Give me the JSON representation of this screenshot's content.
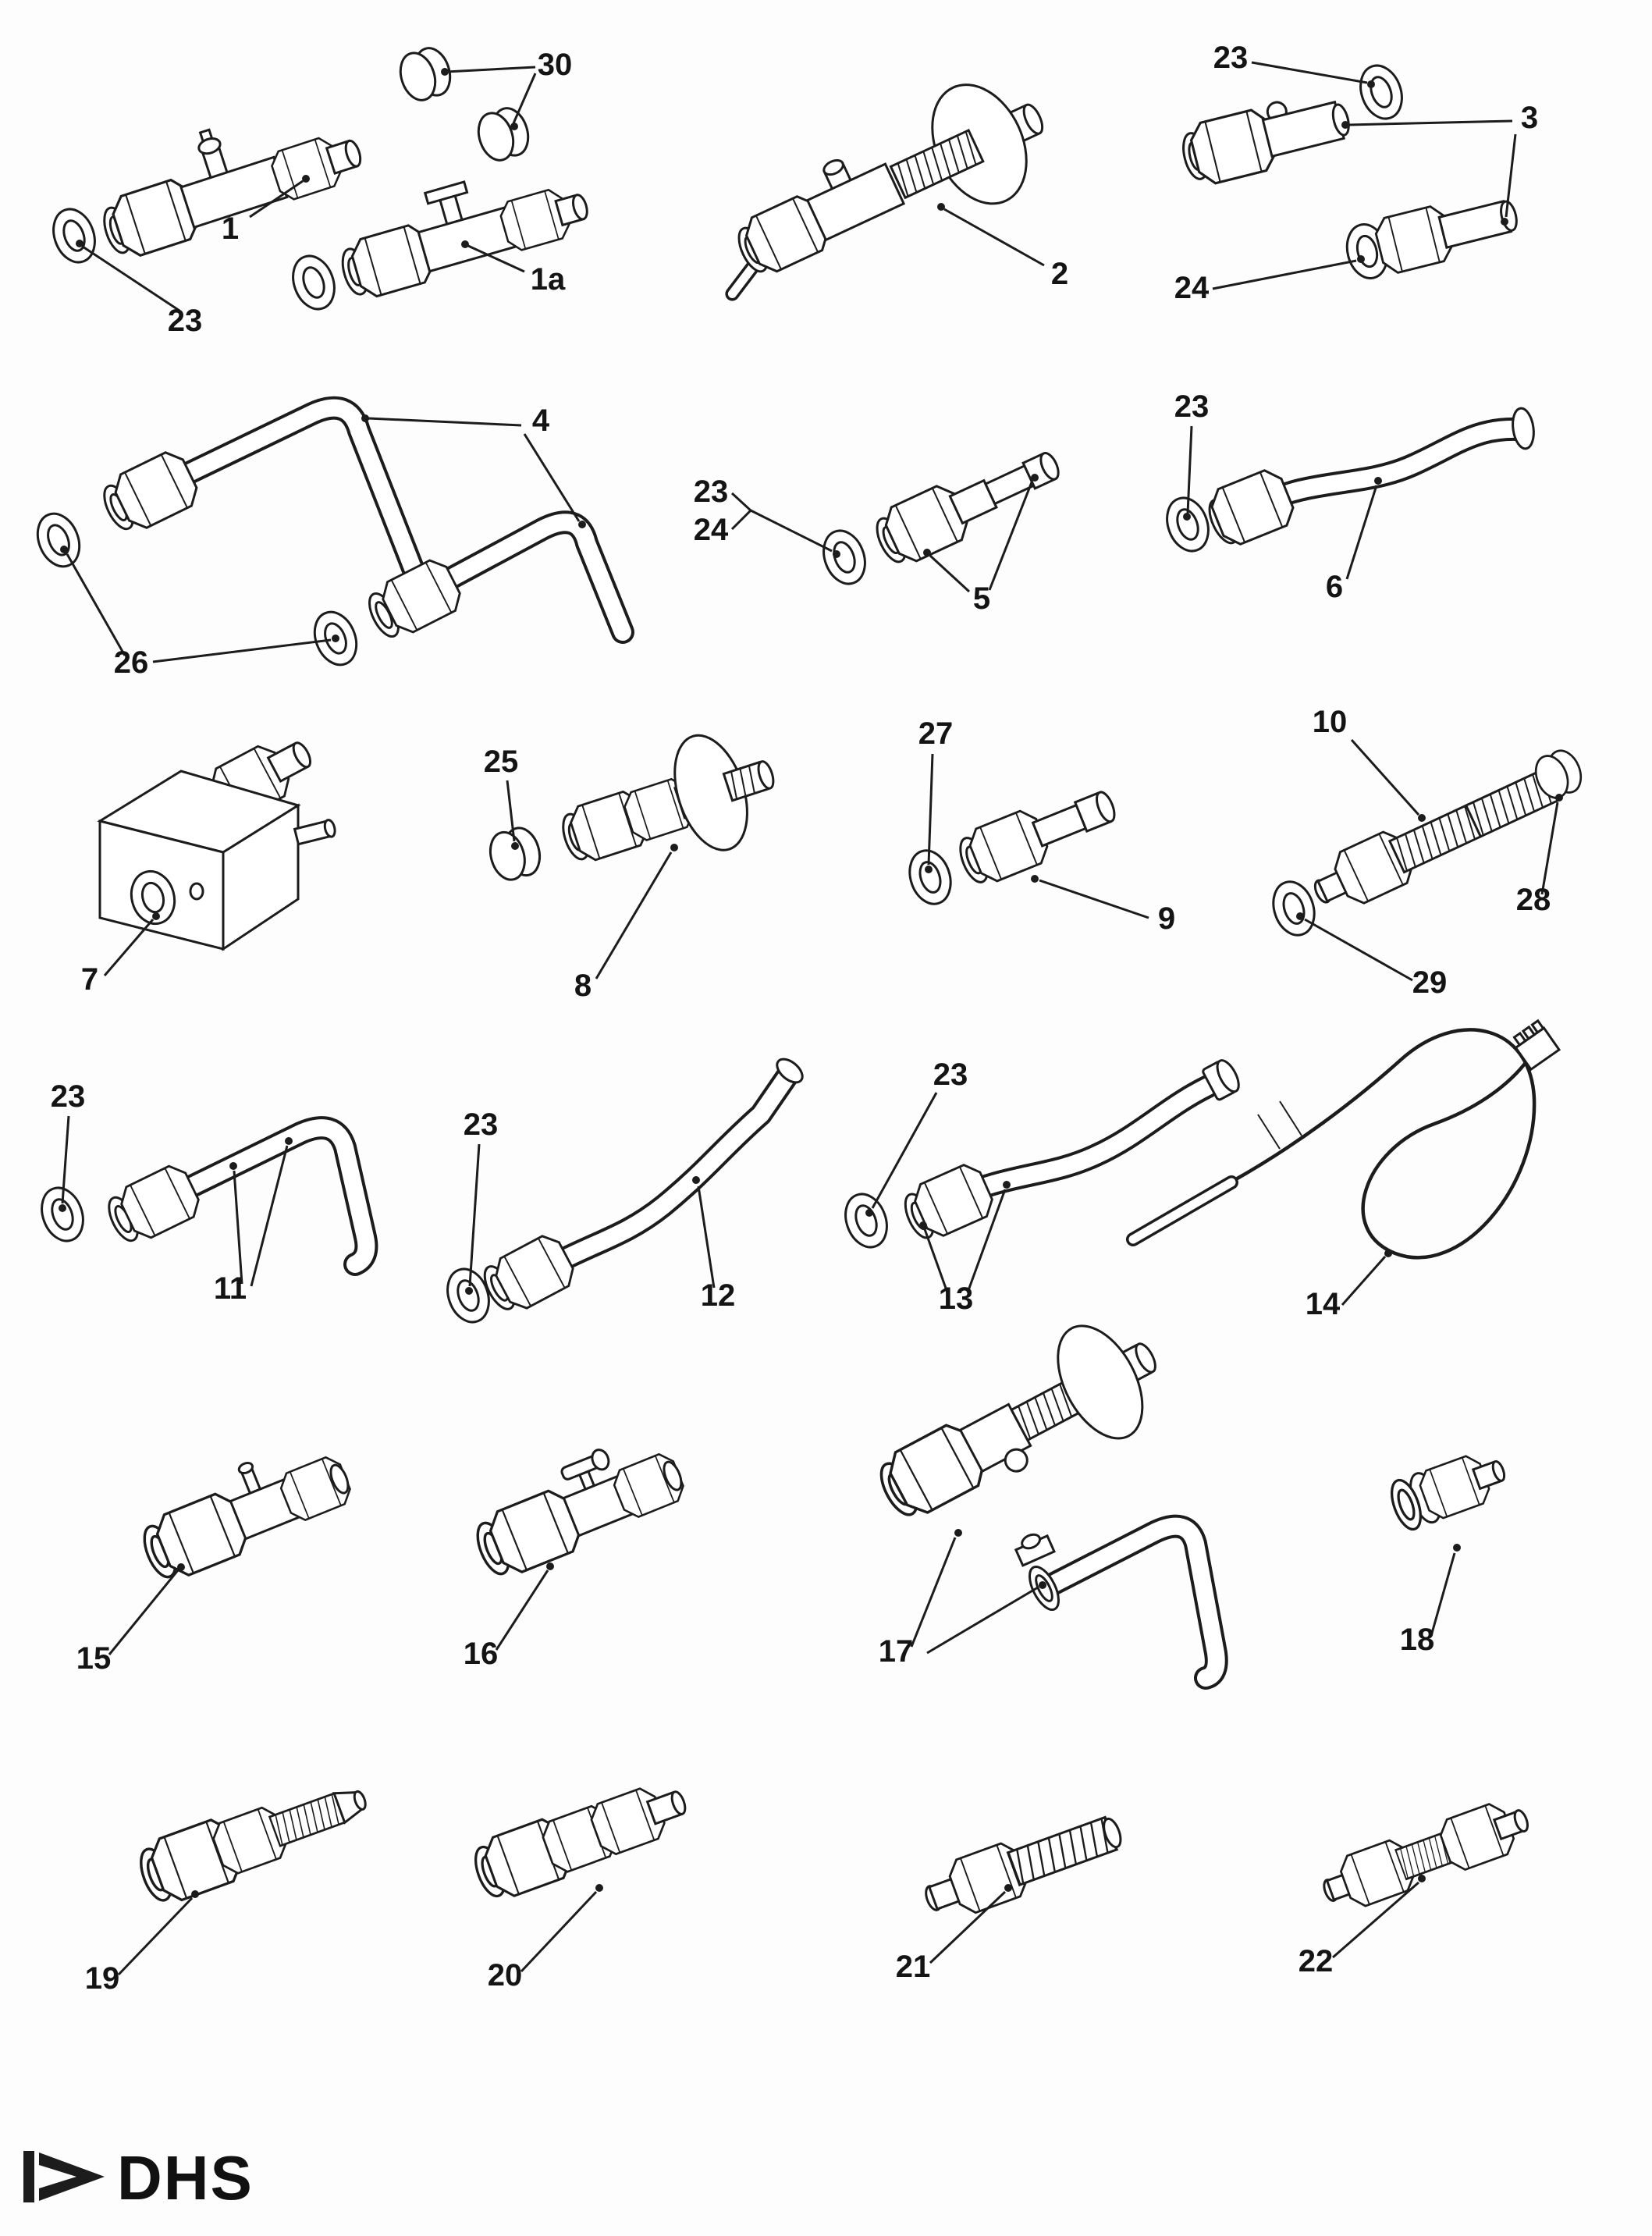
{
  "diagram": {
    "type": "exploded-parts-diagram",
    "description": "Line-art spare parts diagram of gas valves, pipes, washers and compression fittings with numbered callouts",
    "background": "#fdfdfd",
    "line_color": "#1c1c1c"
  },
  "logo": {
    "text": "DHS"
  },
  "item_numbers": [
    "1",
    "1a",
    "2",
    "3",
    "4",
    "5",
    "6",
    "7",
    "8",
    "9",
    "10",
    "11",
    "12",
    "13",
    "14",
    "15",
    "16",
    "17",
    "18",
    "19",
    "20",
    "21",
    "22",
    "23",
    "24",
    "25",
    "26",
    "27",
    "28",
    "29",
    "30"
  ],
  "callouts": [
    {
      "label": "30"
    },
    {
      "label": "1"
    },
    {
      "label": "1a"
    },
    {
      "label": "23"
    },
    {
      "label": "2"
    },
    {
      "label": "23"
    },
    {
      "label": "3"
    },
    {
      "label": "24"
    },
    {
      "label": "4"
    },
    {
      "label": "26"
    },
    {
      "label": "23"
    },
    {
      "label": "24"
    },
    {
      "label": "5"
    },
    {
      "label": "23"
    },
    {
      "label": "6"
    },
    {
      "label": "7"
    },
    {
      "label": "25"
    },
    {
      "label": "8"
    },
    {
      "label": "27"
    },
    {
      "label": "9"
    },
    {
      "label": "10"
    },
    {
      "label": "28"
    },
    {
      "label": "29"
    },
    {
      "label": "23"
    },
    {
      "label": "11"
    },
    {
      "label": "23"
    },
    {
      "label": "12"
    },
    {
      "label": "23"
    },
    {
      "label": "13"
    },
    {
      "label": "14"
    },
    {
      "label": "15"
    },
    {
      "label": "16"
    },
    {
      "label": "17"
    },
    {
      "label": "18"
    },
    {
      "label": "19"
    },
    {
      "label": "20"
    },
    {
      "label": "21"
    },
    {
      "label": "22"
    }
  ]
}
